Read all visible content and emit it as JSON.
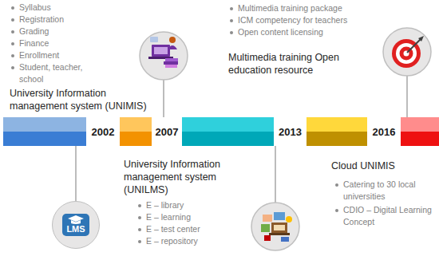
{
  "diagram": {
    "nodes": [
      {
        "text": [
          "2002"
        ]
      },
      {
        "text": [
          "2007"
        ]
      },
      {
        "text": [
          "2013"
        ]
      },
      {
        "text": [
          "2016"
        ]
      },
      {
        "text": [
          "LMS"
        ]
      }
    ],
    "labels": [
      "Syllabus",
      "Registration",
      "Grading",
      "Finance",
      "Enrollment",
      "Student, teacher, school",
      "Multimedia training package",
      "ICM competency for teachers",
      "Open content licensing",
      "University Information management system (UNIMIS)",
      "Multimedia training Open education resource",
      "University Information management system (UNILMS)",
      "Cloud UNIMIS",
      "E – library",
      "E – learning",
      "E – test center",
      "E – repository",
      "Catering to 30 local universities",
      "CDIO – Digital Learning Concept"
    ]
  }
}
